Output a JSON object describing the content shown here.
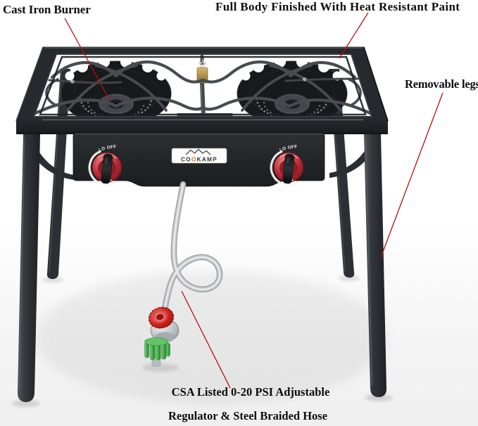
{
  "annotations": {
    "cast_iron_burner": "Cast Iron Burner",
    "heat_paint": "Full Body Finished With Heat Resistant Paint",
    "removable_legs": "Removable legs",
    "regulator_line1": "CSA Listed 0-20 PSI Adjustable",
    "regulator_line2": "Regulator & Steel Braided Hose"
  },
  "product": {
    "brand_prefix": "CO",
    "brand_accent_letter": "O",
    "brand_suffix": "KAMP",
    "knob_off_label": "OFF",
    "knob_lo_label": "LO"
  },
  "colors": {
    "annotation_line": "#b11212",
    "label_text": "#0d0d0d",
    "stove_black": "#24272b",
    "knob_red": "#c03a41",
    "regulator_red": "#cf2d26",
    "pol_connector_green": "#47aa4d",
    "hose_steel": "#c0c3c5",
    "brass_valve": "#ad8c4d"
  }
}
